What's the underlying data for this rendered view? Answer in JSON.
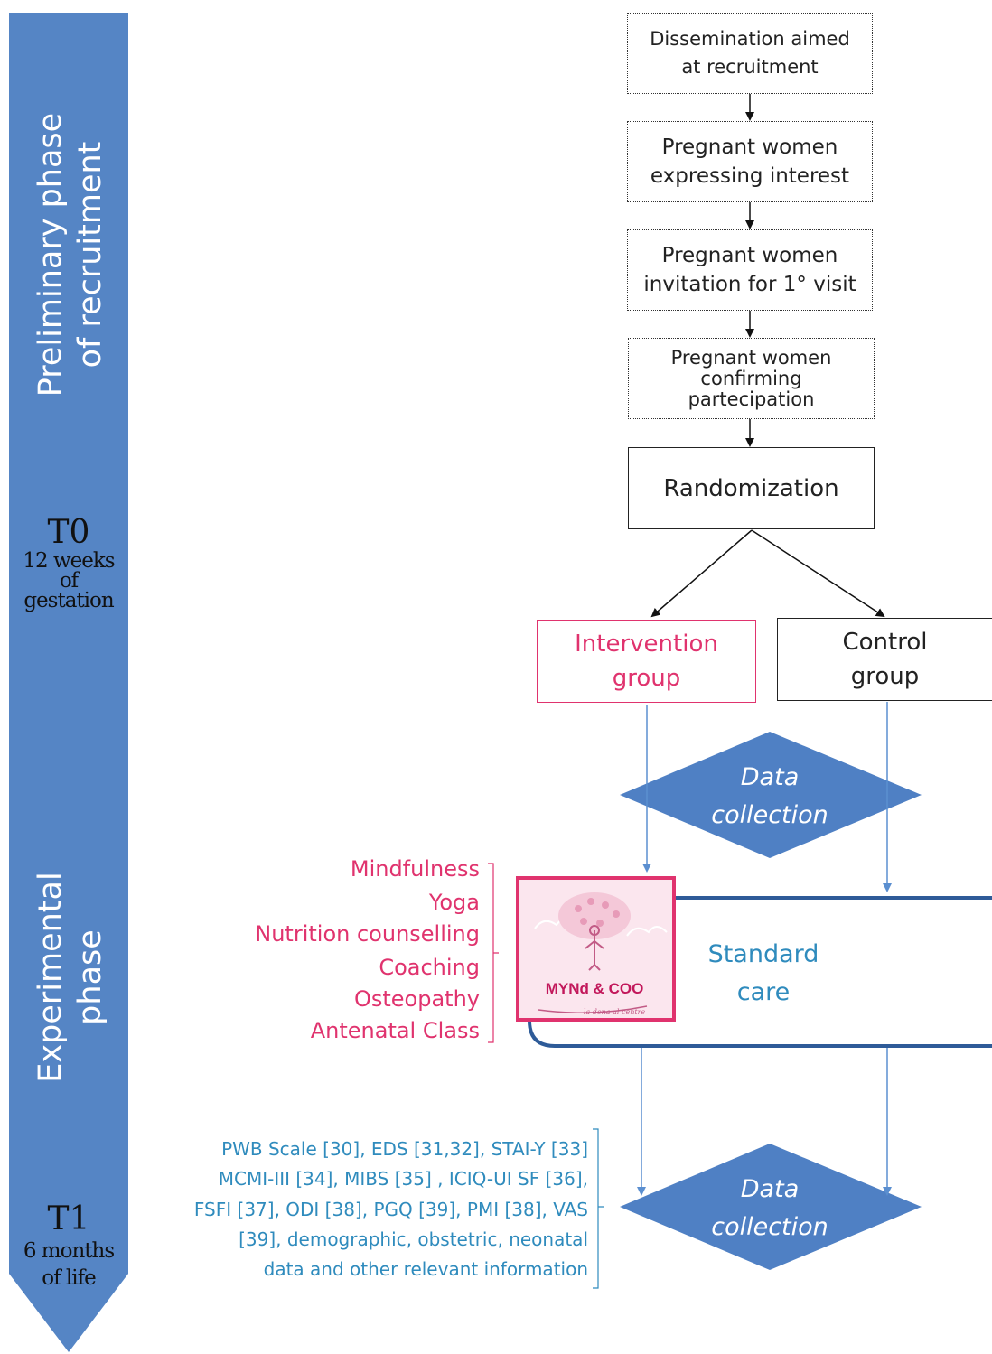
{
  "timeline": {
    "phase_preliminary": [
      "Preliminary phase",
      "of recruitment"
    ],
    "t0": {
      "label": "T0",
      "line1": "12 weeks",
      "line2": "of",
      "line3": "gestation"
    },
    "phase_experimental": [
      "Experimental",
      "phase"
    ],
    "t1": {
      "label": "T1",
      "line1": "6 months",
      "line2": "of life"
    }
  },
  "flow": {
    "dissemination": [
      "Dissemination aimed",
      "at recruitment"
    ],
    "interest": [
      "Pregnant women",
      "expressing interest"
    ],
    "invitation": [
      "Pregnant women",
      "invitation for 1° visit"
    ],
    "confirming": [
      "Pregnant women",
      "confirming",
      "partecipation"
    ],
    "randomization": "Randomization",
    "intervention": [
      "Intervention",
      "group"
    ],
    "control": [
      "Control",
      "group"
    ],
    "data_collection": [
      "Data",
      "collection"
    ],
    "standard_care": [
      "Standard",
      "care"
    ]
  },
  "activities": [
    "Mindfulness",
    "Yoga",
    "Nutrition counselling",
    "Coaching",
    "Osteopathy",
    "Antenatal Class"
  ],
  "logo": {
    "brand": "MYNd & COO",
    "tagline": "la dona al centre"
  },
  "measures": [
    "PWB Scale [30], EDS [31,32], STAI-Y [33]",
    "MCMI-III [34], MIBS [35] , ICIQ-UI  SF [36],",
    "FSFI [37], ODI [38], PGQ [39], PMI [38], VAS",
    "[39], demographic, obstetric, neonatal",
    "data and other relevant information"
  ],
  "colors": {
    "timeline_blue": "#5585c5",
    "diamond_blue": "#4f80c4",
    "standard_care_text": "#2f8bbd",
    "intervention_pink": "#e0336e",
    "box_border": "#222222"
  }
}
